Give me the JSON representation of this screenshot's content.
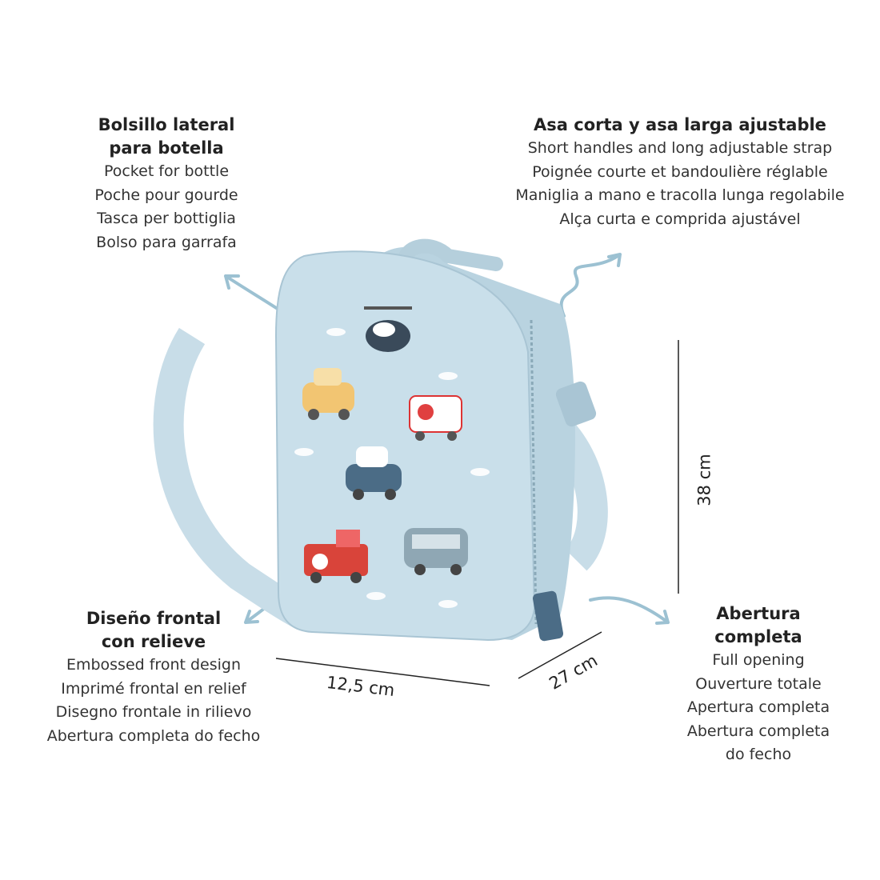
{
  "features": [
    {
      "title_lines": [
        "Bolsillo lateral",
        "para botella"
      ],
      "lines": [
        "Pocket for bottle",
        "Poche pour gourde",
        "Tasca per bottiglia",
        "Bolso para garrafa"
      ]
    },
    {
      "title_lines": [
        "Asa corta y asa larga ajustable"
      ],
      "lines": [
        "Short handles and long adjustable strap",
        "Poignée courte et bandoulière réglable",
        "Maniglia a mano e tracolla lunga regolabile",
        "Alça curta e comprida ajustável"
      ]
    },
    {
      "title_lines": [
        "Diseño frontal",
        "con relieve"
      ],
      "lines": [
        "Embossed front design",
        "Imprimé frontal en relief",
        "Disegno frontale in rilievo",
        "Abertura completa do fecho"
      ]
    },
    {
      "title_lines": [
        "Abertura",
        "completa"
      ],
      "lines": [
        "Full opening",
        "Ouverture totale",
        "Apertura completa",
        "Abertura completa",
        "do fecho"
      ]
    }
  ],
  "dimensions": {
    "height": "38 cm",
    "width": "12,5 cm",
    "depth": "27 cm"
  },
  "colors": {
    "bag": "#c9dfea",
    "bag_shadow": "#a9c5d4",
    "arrow": "#9cc1d2",
    "text": "#2a2a2a"
  }
}
